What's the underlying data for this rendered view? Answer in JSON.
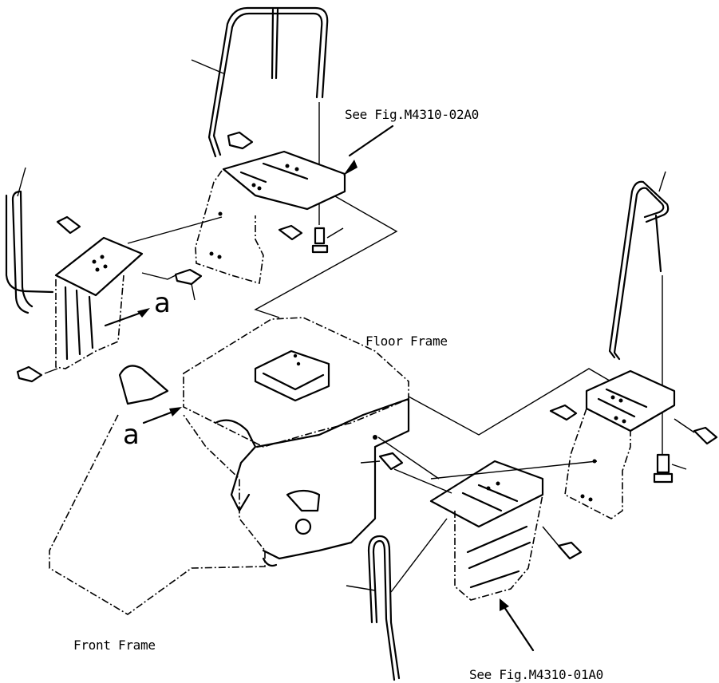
{
  "labels": {
    "ref_top": "See Fig.M4310-02A0",
    "floor_frame": "Floor Frame",
    "front_frame": "Front Frame",
    "ref_bottom": "See Fig.M4310-01A0",
    "detail_a_upper": "a",
    "detail_a_lower": "a"
  }
}
